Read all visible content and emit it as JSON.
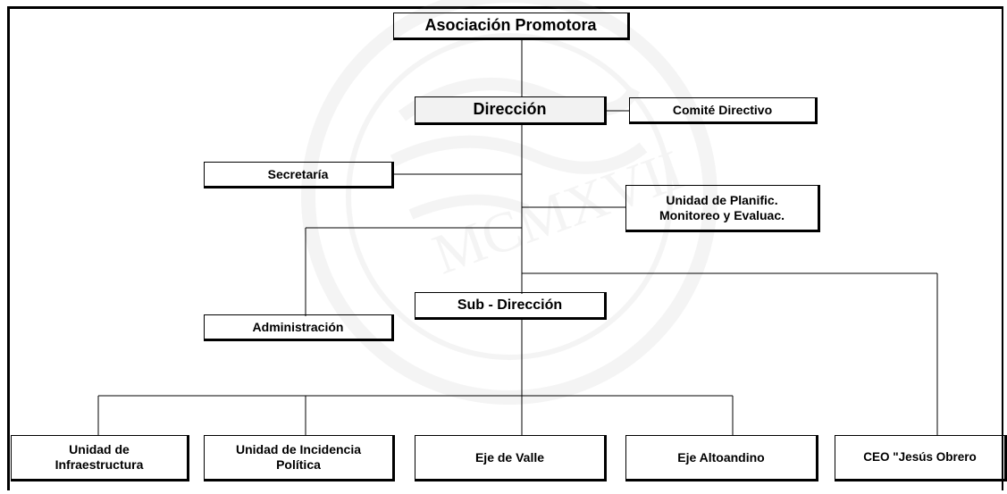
{
  "org_chart": {
    "top": "Asociación Promotora",
    "direccion": "Dirección",
    "comite": "Comité Directivo",
    "secretaria": "Secretaría",
    "planificacion": "Unidad de Planific.\nMonitoreo y Evaluac.",
    "subdireccion": "Sub - Dirección",
    "administracion": "Administración",
    "infraestructura": "Unidad de\nInfraestructura",
    "incidencia": "Unidad de Incidencia\nPolítica",
    "eje_valle": "Eje de Valle",
    "eje_altoandino": "Eje Altoandino",
    "ceo": "CEO \"Jesús Obrero"
  },
  "colors": {
    "line": "#000000",
    "box_fill": "#f2f2f2",
    "watermark": "#9a9a9a"
  }
}
